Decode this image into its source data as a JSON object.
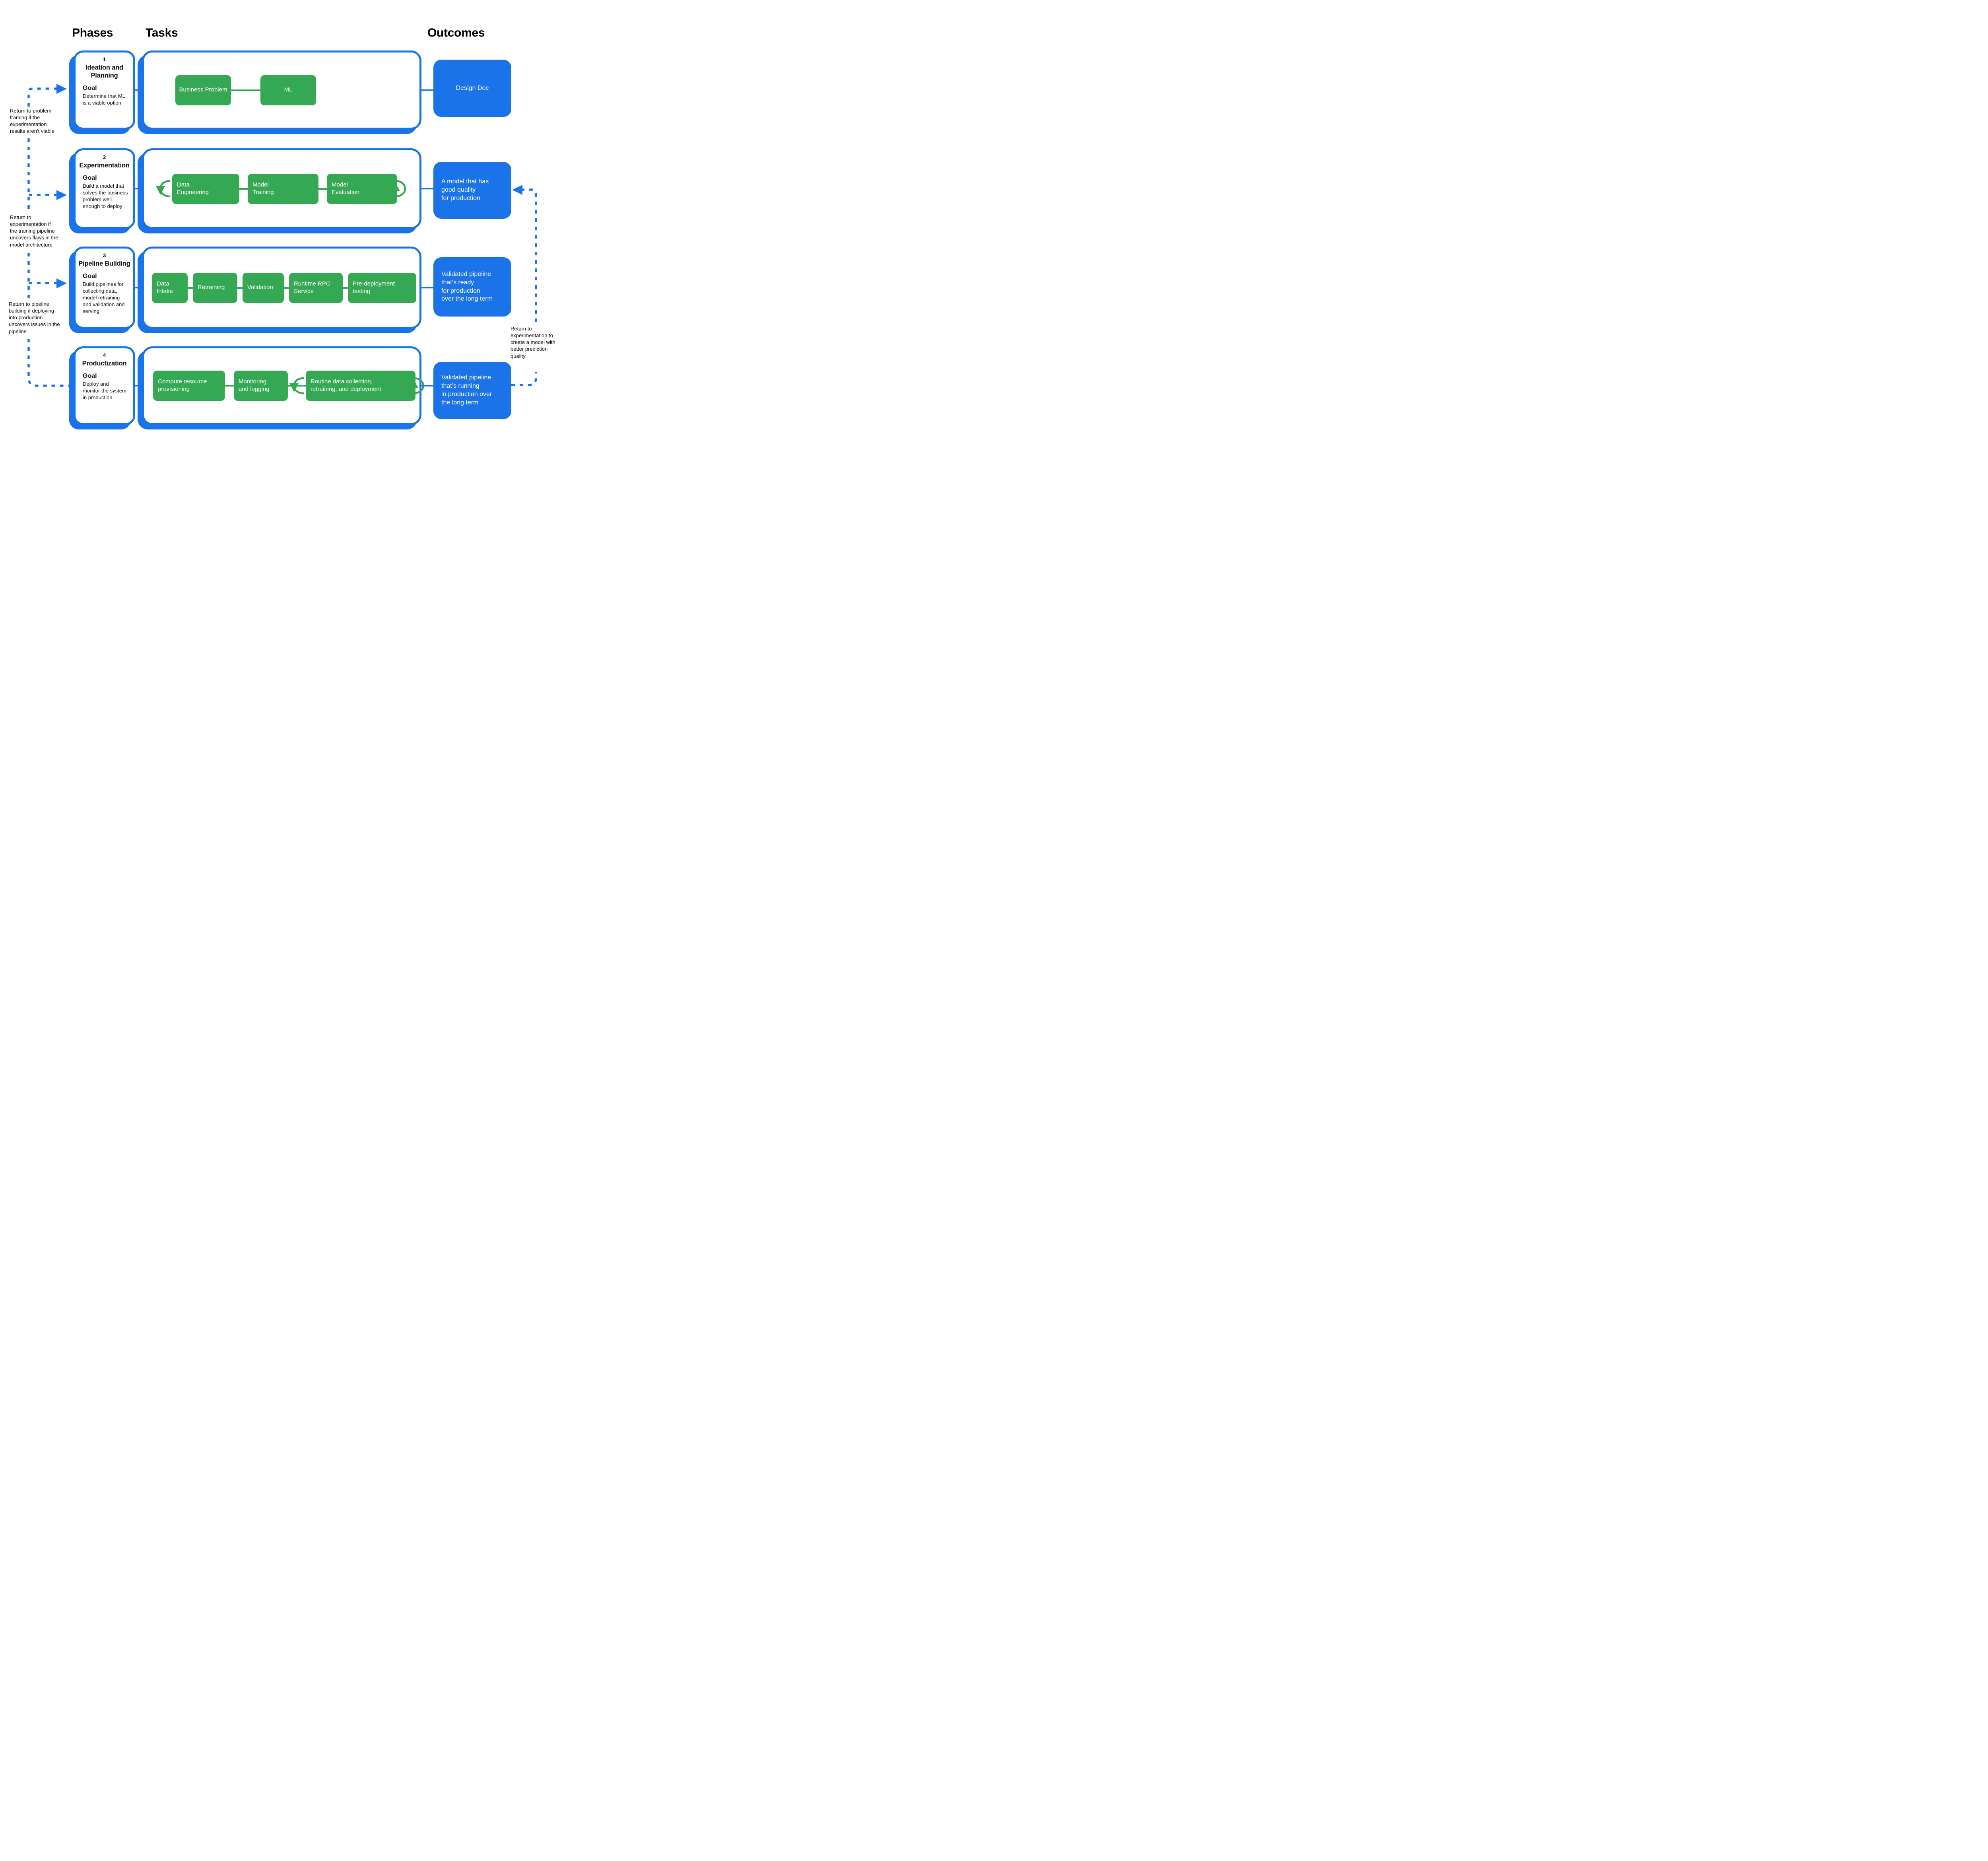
{
  "headers": {
    "phases": "Phases",
    "tasks": "Tasks",
    "outcomes": "Outcomes"
  },
  "colors": {
    "accent_blue": "#1A73E8",
    "task_green": "#34A853",
    "text": "#111111"
  },
  "phases": [
    {
      "number": "1",
      "title": "Ideation and\nPlanning",
      "goal_label": "Goal",
      "goal": "Determine that ML\nis a viable option"
    },
    {
      "number": "2",
      "title": "Experimentation",
      "goal_label": "Goal",
      "goal": "Build a model that\nsolves the business\nproblem well\nenough to deploy"
    },
    {
      "number": "3",
      "title": "Pipeline Building",
      "goal_label": "Goal",
      "goal": "Build pipelines for\ncollecting data,\nmodel retraining\nand validation and\nserving"
    },
    {
      "number": "4",
      "title": "Productization",
      "goal_label": "Goal",
      "goal": "Deploy and\nmonitor the system\nin production"
    }
  ],
  "tasks": [
    {
      "items": [
        "Business Problem",
        "ML"
      ]
    },
    {
      "items": [
        "Data\nEngineering",
        "Model\nTraining",
        "Model\nEvaluation"
      ]
    },
    {
      "items": [
        "Data\nIntake",
        "Retraining",
        "Validation",
        "Runtime RPC\nService",
        "Pre-deployment\ntesting"
      ]
    },
    {
      "items": [
        "Compute resource\nprovisioning",
        "Monitoring\nand logging",
        "Routine data collection,\nretraining, and deployment"
      ]
    }
  ],
  "outcomes": [
    "Design Doc",
    "A model that has\ngood quality\nfor production",
    "Validated pipeline\nthat’s ready\nfor production\nover the long term",
    "Validated pipeline\nthat’s running\nin production over\nthe long term"
  ],
  "annotations": {
    "left": [
      "Return to problem\nframing if the\nexperimentation\nresults aren’t viable",
      "Return to\nexperimentation if\nthe training pipeline\nuncovers flaws in the\nmodel architecture",
      "Return to pipeline\nbuilding if deploying\ninto production\nuncovers issues in the\npipeline"
    ],
    "right": "Return to\nexperimentation to\ncreate a model with\nbetter prediction\nquality"
  }
}
